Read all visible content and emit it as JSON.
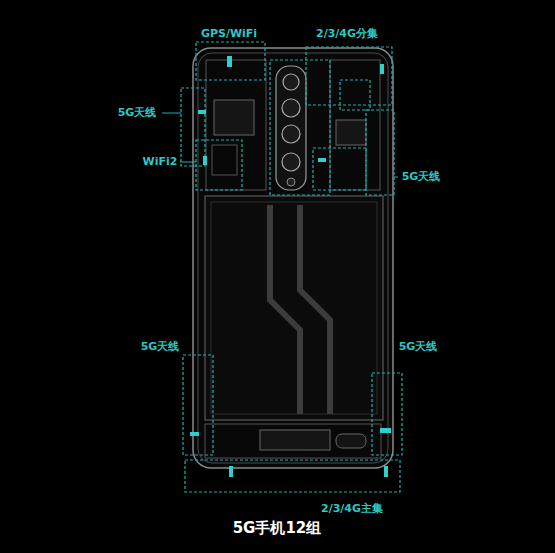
{
  "diagram": {
    "caption": "5G手机12组",
    "labels": [
      "GPS/WiFi",
      "2/3/4G分集",
      "5G天线",
      "WiFi2",
      "5G天线",
      "5G天线",
      "5G天线",
      "2/3/4G主集"
    ]
  }
}
